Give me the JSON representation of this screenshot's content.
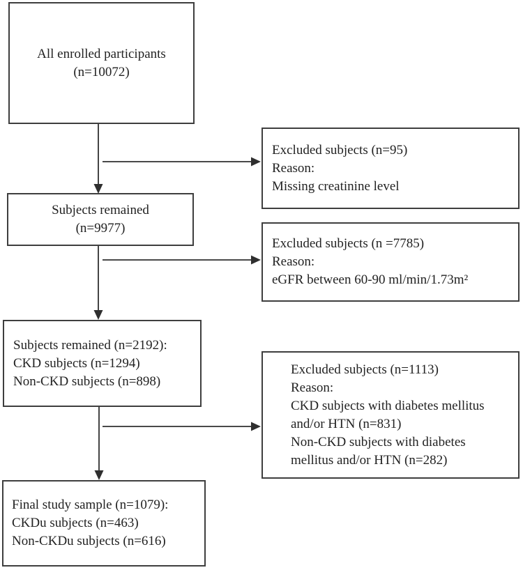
{
  "figure": {
    "colors": {
      "background": "#ffffff",
      "border": "#3e3e3e",
      "text": "#222222",
      "arrow": "#2f2f2f"
    },
    "boxes": {
      "enrolled": {
        "lines": [
          "All enrolled participants",
          "(n=10072)"
        ]
      },
      "remained1": {
        "lines": [
          "Subjects remained",
          "(n=9977)"
        ]
      },
      "remained2": {
        "lines": [
          "Subjects remained (n=2192):",
          "CKD subjects (n=1294)",
          "Non-CKD subjects (n=898)"
        ]
      },
      "final": {
        "lines": [
          "Final study sample (n=1079):",
          "CKDu subjects (n=463)",
          "Non-CKDu subjects (n=616)"
        ]
      },
      "excluded1": {
        "lines": [
          "Excluded subjects (n=95)",
          "Reason:",
          "Missing creatinine level"
        ]
      },
      "excluded2": {
        "lines": [
          "Excluded subjects (n =7785)",
          "Reason:",
          "eGFR between 60-90 ml/min/1.73m²"
        ]
      },
      "excluded3": {
        "lines": [
          "Excluded subjects (n=1113)",
          "Reason:",
          "CKD subjects with diabetes mellitus",
          "and/or HTN (n=831)",
          "Non-CKD subjects with diabetes",
          "mellitus and/or HTN (n=282)"
        ]
      }
    }
  }
}
